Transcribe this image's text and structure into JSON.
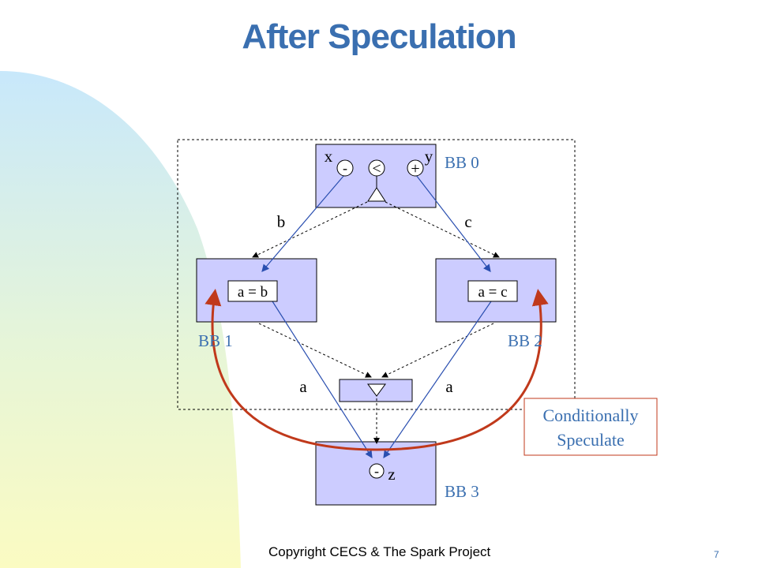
{
  "slide": {
    "title": "After Speculation",
    "footer": "Copyright CECS & The Spark Project",
    "page_number": "7"
  },
  "colors": {
    "title": "#3a6fb0",
    "block_fill": "#ccccff",
    "label": "#3a6fb0",
    "wire": "#2a4fb0",
    "speculate_arrow": "#c0391b",
    "callout_border": "#c0391b",
    "callout_text": "#3a6fb0"
  },
  "diagram": {
    "bb0": {
      "label": "BB 0",
      "op_minus": "-",
      "op_lt": "<",
      "op_plus": "+"
    },
    "bb1": {
      "label": "BB 1",
      "statement": "a = b"
    },
    "bb2": {
      "label": "BB 2",
      "statement": "a = c"
    },
    "bb3": {
      "label": "BB 3",
      "op_minus": "-"
    },
    "variables": {
      "x": "x",
      "y": "y",
      "b": "b",
      "c": "c",
      "a_left": "a",
      "a_right": "a",
      "z": "z"
    },
    "callout": {
      "line1": "Conditionally",
      "line2": "Speculate"
    }
  }
}
